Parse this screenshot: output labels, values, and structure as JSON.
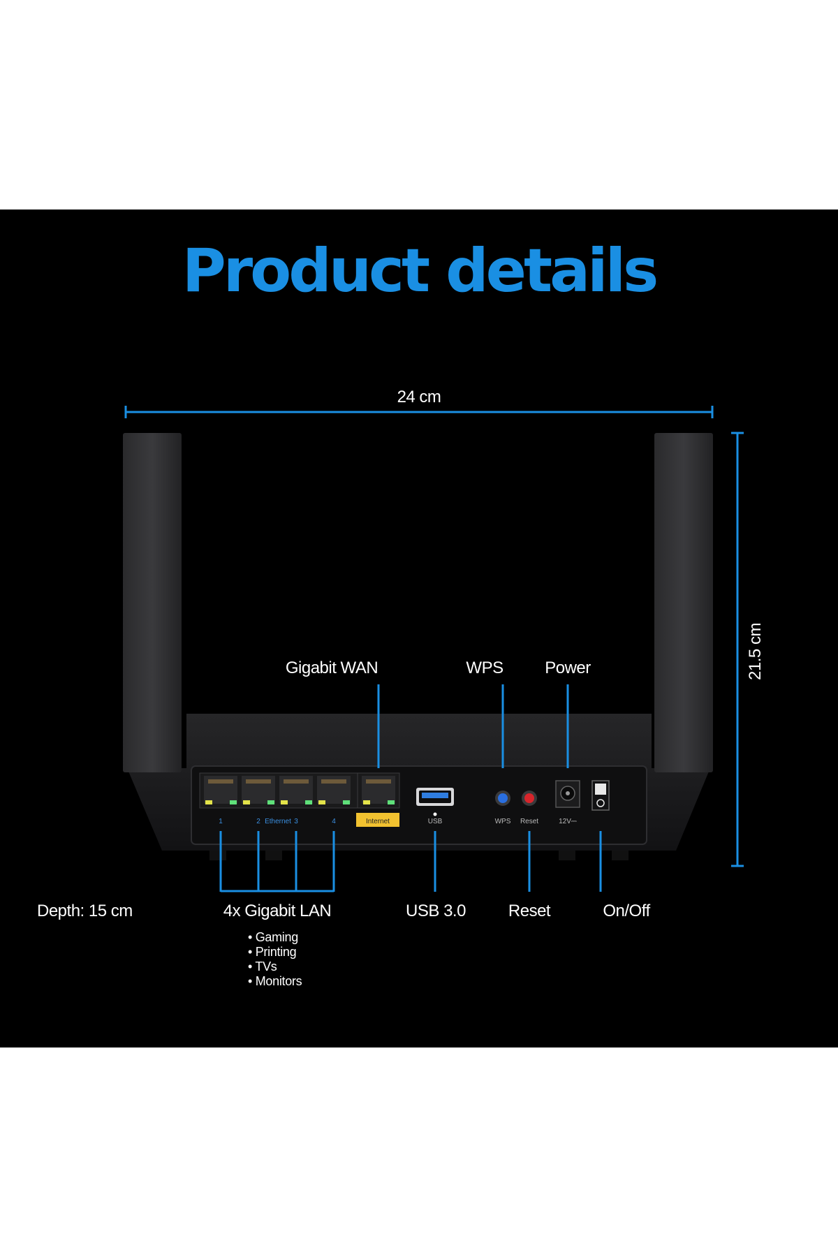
{
  "title": "Product details",
  "dimensions": {
    "width": "24 cm",
    "height": "21.5 cm",
    "depth": "Depth: 15 cm"
  },
  "callouts": {
    "wan": "Gigabit WAN",
    "wps": "WPS",
    "power": "Power",
    "lan": "4x Gigabit LAN",
    "usb": "USB 3.0",
    "reset": "Reset",
    "onoff": "On/Off"
  },
  "lan_uses": [
    "Gaming",
    "Printing",
    "TVs",
    "Monitors"
  ],
  "port_labels": {
    "lan1": "1",
    "lan2": "2",
    "ethernet": "Ethernet",
    "lan3": "3",
    "lan4": "4",
    "internet": "Internet",
    "usb": "USB",
    "wps": "WPS",
    "reset": "Reset",
    "power": "12V⎓"
  },
  "colors": {
    "accent": "#1a8fe3",
    "background": "#000000",
    "device": "#1f1f21",
    "internet_label": "#f2c230",
    "wps_button": "#2a6fe0",
    "reset_button": "#d8252b",
    "led_yellow": "#e3e34a",
    "led_green": "#5fe07a"
  },
  "icons": [
    "ethernet-port-icon",
    "usb-port-icon",
    "power-jack-icon",
    "power-switch-icon"
  ]
}
